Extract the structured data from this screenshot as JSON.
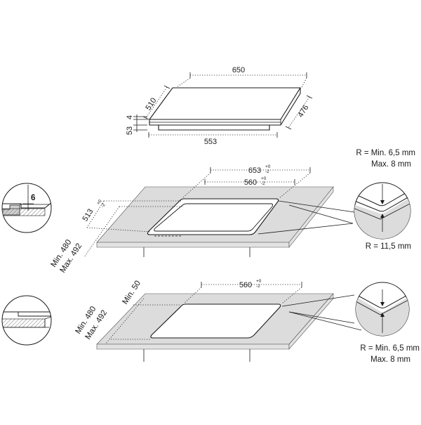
{
  "hob": {
    "width": "650",
    "depth_left": "510",
    "depth_right": "476",
    "base_width": "553",
    "height_total": "53",
    "glass": "4"
  },
  "cutout_a": {
    "width": "653",
    "width_tol_top": "+0",
    "width_tol_bot": "-2",
    "inner_width": "560",
    "inner_tol_top": "+0",
    "inner_tol_bot": "-2",
    "depth": "513",
    "depth_tol_top": "+0",
    "depth_tol_bot": "-2",
    "min_depth": "Min. 480",
    "max_depth": "Max. 492",
    "frame_step": "6",
    "corner_outer_r": "R = Min. 6,5 mm",
    "corner_outer_max": "Max. 8 mm",
    "corner_inner_r": "R = 11,5 mm"
  },
  "cutout_b": {
    "width": "560",
    "width_tol_top": "+0",
    "width_tol_bot": "-2",
    "min_depth": "Min. 480",
    "max_depth": "Max. 492",
    "min_front": "Min. 50",
    "corner_r": "R = Min. 6,5 mm",
    "corner_max": "Max. 8 mm"
  }
}
